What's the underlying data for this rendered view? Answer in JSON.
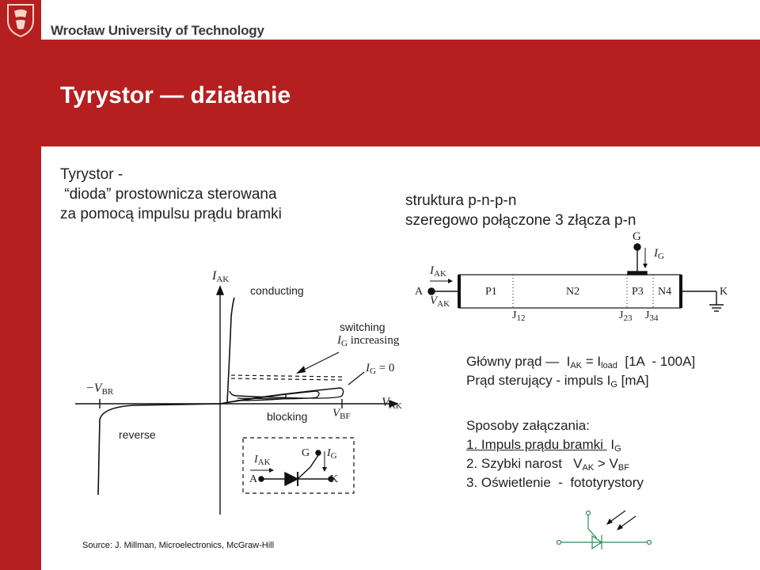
{
  "header": {
    "university": "Wrocław University of Technology"
  },
  "slide": {
    "title": "Tyrystor — działanie",
    "intro": {
      "line1": "Tyrystor -",
      "line2": " “dioda” prostownicza sterowana",
      "line3": "za pomocą impulsu prądu bramki"
    },
    "structure": {
      "line1": "struktura p-n-p-n",
      "line2": "szeregowo połączone 3 złącza p-n"
    },
    "main_current": {
      "prefix": "Główny prąd —  I",
      "ak_sub": "AK",
      "eq": " = I",
      "load_sub": "load",
      "range": "  [1A  - 100A]"
    },
    "control_current": {
      "prefix": "Prąd sterujący - impuls I",
      "g_sub": "G",
      "unit": " [mA]"
    },
    "methods": {
      "heading": "Sposoby załączania:",
      "m1_text": "1. Impuls prądu bramki ",
      "m1_sym": " I",
      "m1_sub": "G",
      "m2_text": "2. Szybki narost   V",
      "m2_sub1": "AK",
      "m2_mid": " > V",
      "m2_sub2": "BF",
      "m3_text": "3. Oświetlenie  -  fototyrystory"
    },
    "source": "Source: J. Millman, Microelectronics, McGraw-Hill"
  },
  "iv_plot": {
    "y_axis": "I",
    "y_axis_sub": "AK",
    "x_axis": "V",
    "x_axis_sub": "AK",
    "neg_breakdown": "−V",
    "neg_breakdown_sub": "BR",
    "vbf": "V",
    "vbf_sub": "BF",
    "region_conducting": "conducting",
    "region_switching": "switching",
    "ig_increasing": "I",
    "ig_increasing_sub": "G",
    "ig_increasing_word": " increasing",
    "ig_zero": "I",
    "ig_zero_sub": "G",
    "ig_zero_val": " = 0",
    "region_blocking": "blocking",
    "region_reverse": "reverse",
    "inset": {
      "i_ak": "I",
      "i_ak_sub": "AK",
      "g": "G",
      "i_g": "I",
      "i_g_sub": "G",
      "a": "A",
      "k": "K"
    }
  },
  "structure_diagram": {
    "gate": "G",
    "i_g": "I",
    "i_g_sub": "G",
    "i_ak": "I",
    "i_ak_sub": "AK",
    "anode": "A",
    "v_ak": "V",
    "v_ak_sub": "AK",
    "cathode": "K",
    "regions": [
      "P1",
      "N2",
      "P3",
      "N4"
    ],
    "junctions": [
      {
        "name": "J",
        "sub": "12"
      },
      {
        "name": "J",
        "sub": "23"
      },
      {
        "name": "J",
        "sub": "34"
      }
    ]
  },
  "colors": {
    "brand_red": "#b51f1f",
    "photo_symbol_green": "#2e8b57"
  }
}
